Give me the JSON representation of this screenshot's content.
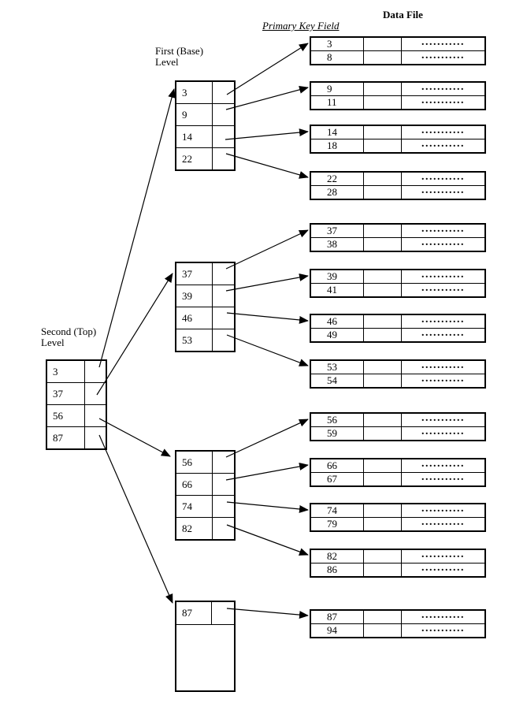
{
  "header": {
    "title": "Data File",
    "primary_key_label": "Primary Key Field"
  },
  "second_level": {
    "label": "Second (Top) Level",
    "entries": [
      "3",
      "37",
      "56",
      "87"
    ]
  },
  "first_level": {
    "label": "First (Base) Level",
    "blocks": [
      {
        "entries": [
          "3",
          "9",
          "14",
          "22"
        ]
      },
      {
        "entries": [
          "37",
          "39",
          "46",
          "53"
        ]
      },
      {
        "entries": [
          "56",
          "66",
          "74",
          "82"
        ]
      },
      {
        "entries": [
          "87"
        ]
      }
    ]
  },
  "data_file": {
    "record_dots": "...........",
    "blocks": [
      {
        "keys": [
          "3",
          "8"
        ]
      },
      {
        "keys": [
          "9",
          "11"
        ]
      },
      {
        "keys": [
          "14",
          "18"
        ]
      },
      {
        "keys": [
          "22",
          "28"
        ]
      },
      {
        "keys": [
          "37",
          "38"
        ]
      },
      {
        "keys": [
          "39",
          "41"
        ]
      },
      {
        "keys": [
          "46",
          "49"
        ]
      },
      {
        "keys": [
          "53",
          "54"
        ]
      },
      {
        "keys": [
          "56",
          "59"
        ]
      },
      {
        "keys": [
          "66",
          "67"
        ]
      },
      {
        "keys": [
          "74",
          "79"
        ]
      },
      {
        "keys": [
          "82",
          "86"
        ]
      },
      {
        "keys": [
          "87",
          "94"
        ]
      }
    ]
  },
  "arrows": {
    "second_to_first": [
      {
        "from": "3",
        "to": "first-level-block-1"
      },
      {
        "from": "37",
        "to": "first-level-block-2"
      },
      {
        "from": "56",
        "to": "first-level-block-3"
      },
      {
        "from": "87",
        "to": "first-level-block-4"
      }
    ],
    "first_to_data": [
      {
        "from": "3",
        "to": "data-block-3-8"
      },
      {
        "from": "9",
        "to": "data-block-9-11"
      },
      {
        "from": "14",
        "to": "data-block-14-18"
      },
      {
        "from": "22",
        "to": "data-block-22-28"
      },
      {
        "from": "37",
        "to": "data-block-37-38"
      },
      {
        "from": "39",
        "to": "data-block-39-41"
      },
      {
        "from": "46",
        "to": "data-block-46-49"
      },
      {
        "from": "53",
        "to": "data-block-53-54"
      },
      {
        "from": "56",
        "to": "data-block-56-59"
      },
      {
        "from": "66",
        "to": "data-block-66-67"
      },
      {
        "from": "74",
        "to": "data-block-74-79"
      },
      {
        "from": "82",
        "to": "data-block-82-86"
      },
      {
        "from": "87",
        "to": "data-block-87-94"
      }
    ]
  },
  "colors": {
    "ink": "#000000",
    "background": "#ffffff"
  }
}
